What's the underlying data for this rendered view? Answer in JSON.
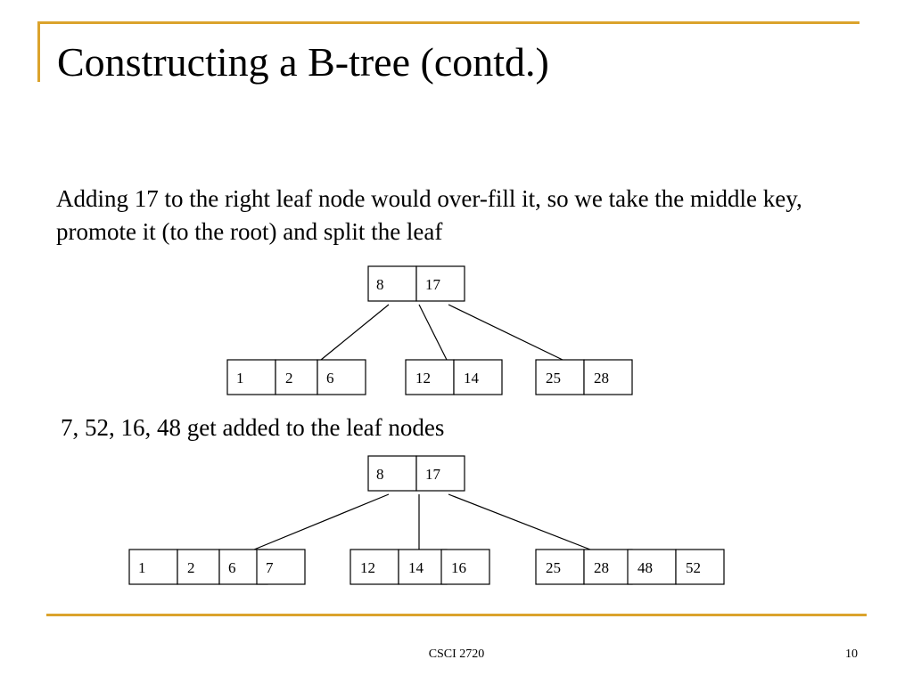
{
  "slide": {
    "title": "Constructing a B-tree (contd.)",
    "paragraph": "Adding 17 to the right leaf node would over-fill it, so we take the middle key, promote it (to the root) and split the leaf",
    "caption": "7, 52, 16, 48 get added to the leaf nodes",
    "footer_course": "CSCI 2720",
    "page_number": "10",
    "accent_color": "#dba32c"
  },
  "tree1": {
    "root": [
      "8",
      "17"
    ],
    "leaves": [
      [
        "1",
        "2",
        "6"
      ],
      [
        "12",
        "14"
      ],
      [
        "25",
        "28"
      ]
    ]
  },
  "tree2": {
    "root": [
      "8",
      "17"
    ],
    "leaves": [
      [
        "1",
        "2",
        "6",
        "7"
      ],
      [
        "12",
        "14",
        "16"
      ],
      [
        "25",
        "28",
        "48",
        "52"
      ]
    ]
  }
}
